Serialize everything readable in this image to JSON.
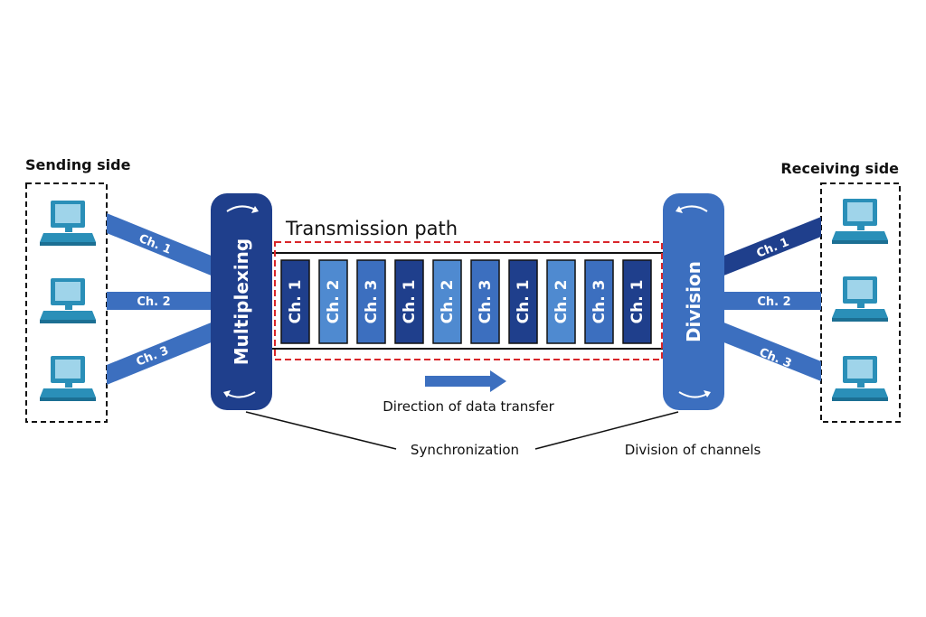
{
  "labels": {
    "sending_side": "Sending side",
    "receiving_side": "Receiving side",
    "transmission_path": "Transmission path",
    "multiplexing": "Multiplexing",
    "division": "Division",
    "direction": "Direction of data transfer",
    "synchronization": "Synchronization",
    "division_of_channels": "Division of channels"
  },
  "channels_in": [
    "Ch. 1",
    "Ch. 2",
    "Ch. 3"
  ],
  "channels_out": [
    "Ch. 1",
    "Ch. 2",
    "Ch. 3"
  ],
  "slots": [
    "Ch. 1",
    "Ch. 2",
    "Ch. 3",
    "Ch. 1",
    "Ch. 2",
    "Ch. 3",
    "Ch. 1",
    "Ch. 2",
    "Ch. 3",
    "Ch. 1"
  ],
  "colors": {
    "dark_blue": "#1f3f8c",
    "mid_blue": "#3c6fbf",
    "light_blue": "#4f8ad0",
    "computer": "#2a8fb8",
    "path_border": "#d9262a",
    "text": "#111111"
  },
  "icons": [
    "computer-icon",
    "rotate-arrow-icon",
    "direction-arrow-icon"
  ]
}
